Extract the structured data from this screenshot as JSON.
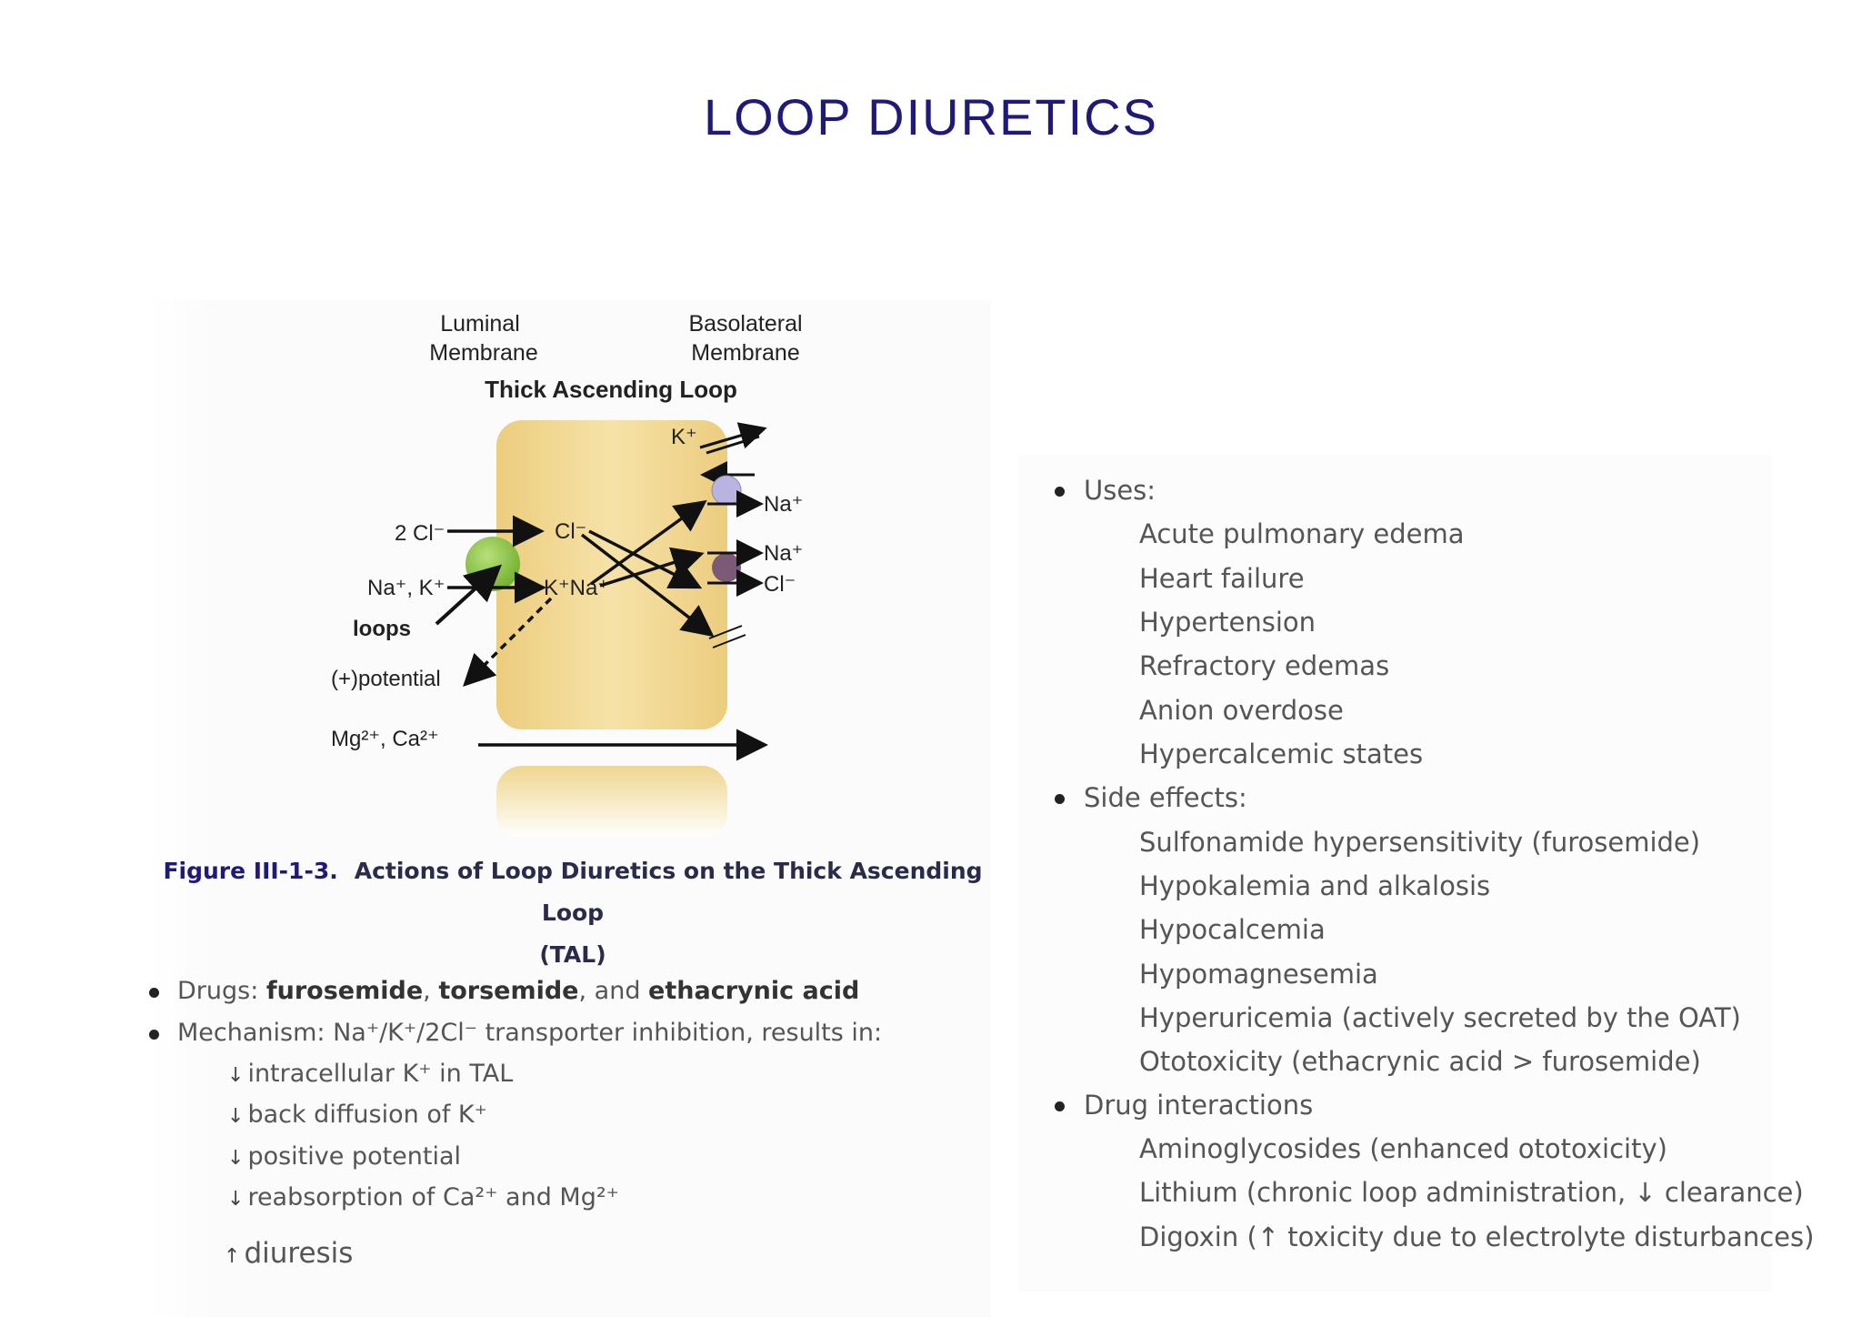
{
  "title": "LOOP DIURETICS",
  "diagram": {
    "luminal_line1": "Luminal",
    "luminal_line2": "Membrane",
    "basolateral_line1": "Basolateral",
    "basolateral_line2": "Membrane",
    "heading": "Thick Ascending Loop",
    "k_plus_top": "K⁺",
    "na_plus_1": "Na⁺",
    "na_plus_2": "Na⁺",
    "cl_minus_right": "Cl⁻",
    "two_cl": "2 Cl⁻",
    "cl_inner": "Cl⁻",
    "na_k": "Na⁺, K⁺",
    "k_na_inner": "K⁺Na⁺",
    "loops": "loops",
    "potential": "(+)potential",
    "mg_ca": "Mg²⁺, Ca²⁺"
  },
  "caption": {
    "figure": "Figure  III-1-3.",
    "line1": "Actions of Loop Diuretics on the Thick Ascending Loop",
    "line2": "(TAL)"
  },
  "left_list": {
    "drugs_prefix": "Drugs: ",
    "drug1": "furosemide",
    "comma": ", ",
    "drug2": "torsemide",
    "and": ", and ",
    "drug3": "ethacrynic acid",
    "mechanism": "Mechanism: Na⁺/K⁺/2Cl⁻ transporter inhibition, results in:",
    "effects": [
      "intracellular K⁺ in TAL",
      "back diffusion of K⁺",
      "positive potential",
      "reabsorption of Ca²⁺ and Mg²⁺"
    ],
    "diuresis": "diuresis"
  },
  "right_list": {
    "uses_heading": "Uses:",
    "uses": [
      "Acute pulmonary edema",
      "Heart failure",
      "Hypertension",
      "Refractory edemas",
      "Anion overdose",
      "Hypercalcemic states"
    ],
    "side_heading": "Side effects:",
    "side_effects": [
      "Sulfonamide hypersensitivity (furosemide)",
      "Hypokalemia and alkalosis",
      "Hypocalcemia",
      "Hypomagnesemia",
      "Hyperuricemia (actively secreted by the OAT)",
      "Ototoxicity (ethacrynic acid > furosemide)"
    ],
    "interactions_heading": "Drug interactions",
    "interactions": [
      "Aminoglycosides (enhanced ototoxicity)",
      "Lithium (chronic loop administration, ↓ clearance)",
      "Digoxin (↑ toxicity due to electrolyte disturbances)"
    ]
  },
  "colors": {
    "title": "#1f1a7a",
    "cell": "#f1d690",
    "transporter": "#8cc63f",
    "pump_top": "#b9b3e0",
    "pump_bottom": "#7b5a78"
  }
}
